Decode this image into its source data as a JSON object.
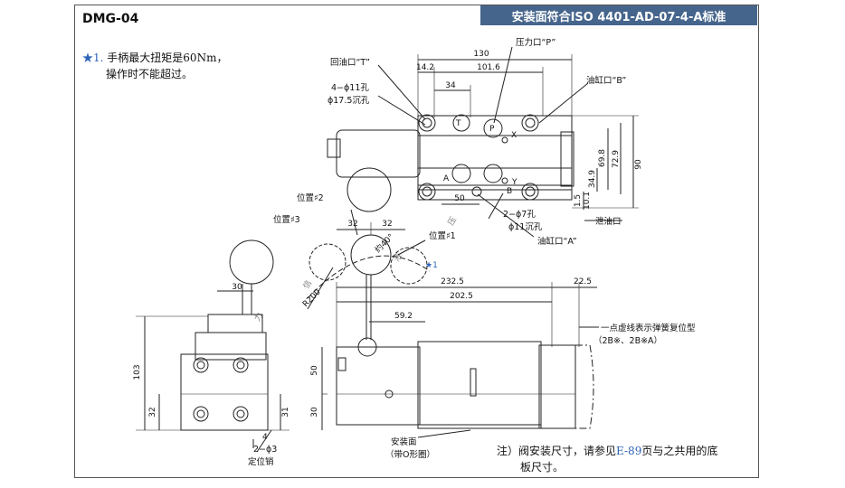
{
  "header": {
    "model": "DMG-04",
    "standard": "安装面符合ISO 4401-AD-07-4-A标准"
  },
  "notes": {
    "star_symbol": "★",
    "star_index": "1.",
    "line1": "手柄最大扭矩是60Nm，",
    "line2": "操作时不能超过。",
    "bottom_line1": "注）阀安装尺寸，请参见",
    "bottom_ref": "E-89",
    "bottom_line1_tail": "页与之共用的底",
    "bottom_line2": "板尺寸。"
  },
  "top_view": {
    "dim_130": "130",
    "dim_14_2": "14.2",
    "dim_101_6": "101.6",
    "dim_34": "34",
    "dim_50": "50",
    "dim_90": "90",
    "dim_72_9": "72.9",
    "dim_69_8": "69.8",
    "dim_34_9": "34.9",
    "dim_10_1": "10.1",
    "dim_1_5": "1.5",
    "port_T": "回油口“T”",
    "port_P": "压力口“P”",
    "port_B": "油缸口“B”",
    "port_A": "油缸口“A”",
    "drain": "泄油口",
    "holes_4": "4−ϕ11孔",
    "counterbore_4": "ϕ17.5沉孔",
    "holes_2": "2−ϕ7孔",
    "counterbore_2": "ϕ11沉孔",
    "mark_P": "P",
    "mark_T": "T",
    "mark_X": "X",
    "mark_A": "A",
    "mark_B": "B",
    "mark_Y": "Y"
  },
  "handle": {
    "pos1": "位置♯1",
    "pos2": "位置♯2",
    "pos3": "位置♯3",
    "dim_32a": "32",
    "dim_32b": "32",
    "angle": "约40°",
    "radius": "R200",
    "star_note": "★1"
  },
  "side_view": {
    "dim_232_5": "232.5",
    "dim_202_5": "202.5",
    "dim_22_5": "22.5",
    "dim_59_2": "59.2",
    "dim_50": "50",
    "dim_30": "30",
    "spring_note": "一点虚线表示弹簧复位型",
    "spring_models": "（2B※、2B※A）",
    "mount_face": "安装面",
    "oring": "（带O形圈）"
  },
  "end_view": {
    "dim_30": "30",
    "dim_103": "103",
    "dim_32": "32",
    "dim_31": "31",
    "dim_4": "4",
    "pins": "2−ϕ3",
    "pins_label": "定位销"
  },
  "colors": {
    "header_bg": "#46658c",
    "accent_blue": "#2e63b8",
    "watermark": "#e9a6a6"
  }
}
